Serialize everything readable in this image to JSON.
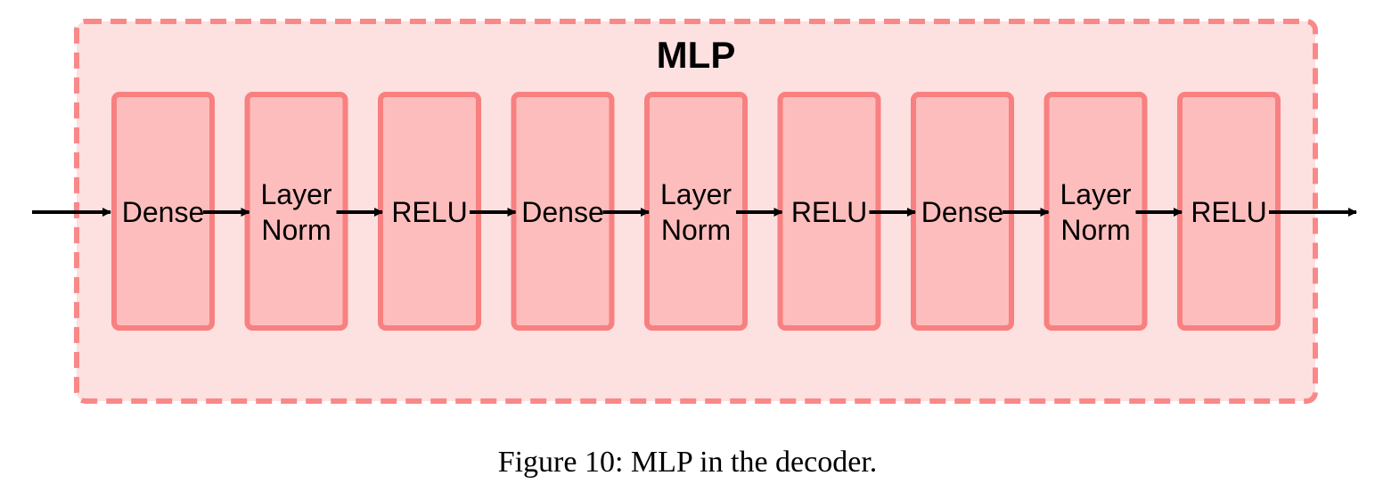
{
  "diagram": {
    "title": "MLP",
    "blocks": [
      {
        "lines": [
          "Dense"
        ]
      },
      {
        "lines": [
          "Layer",
          "Norm"
        ]
      },
      {
        "lines": [
          "RELU"
        ]
      },
      {
        "lines": [
          "Dense"
        ]
      },
      {
        "lines": [
          "Layer",
          "Norm"
        ]
      },
      {
        "lines": [
          "RELU"
        ]
      },
      {
        "lines": [
          "Dense"
        ]
      },
      {
        "lines": [
          "Layer",
          "Norm"
        ]
      },
      {
        "lines": [
          "RELU"
        ]
      }
    ],
    "colors": {
      "container_fill": "#fde0e0",
      "container_stroke": "#f98888",
      "block_fill": "#fdbdbd",
      "block_stroke": "#f88080",
      "arrow": "#000000"
    }
  },
  "caption": "Figure 10: MLP in the decoder."
}
